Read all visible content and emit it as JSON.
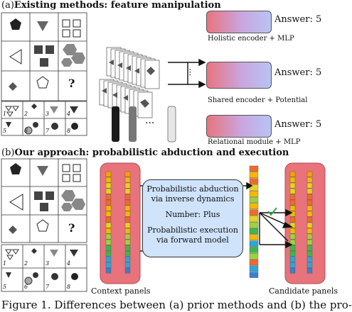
{
  "section_a": {
    "label": "(a)",
    "title": "Existing methods: feature manipulation",
    "rows": [
      {
        "answer": "Answer: 5",
        "module_label": "Holistic encoder + MLP"
      },
      {
        "answer": "Answer: 5",
        "module_label": "Shared encoder + Potential"
      },
      {
        "answer": "Answer: 5",
        "module_label": "Relational module + MLP"
      }
    ],
    "question_mark": "?",
    "ellipsis": "···"
  },
  "section_b": {
    "label": "(b)",
    "title": "Our approach: probabilistic abduction and execution",
    "box_lines": [
      "Probabilistic abduction",
      "via inverse dynamics",
      "Number: Plus",
      "Probabilistic execution",
      "via forward model"
    ],
    "context_label": "Context panels",
    "candidate_label": "Candidate panels",
    "question_mark": "?"
  },
  "candidate_numbers": [
    "1",
    "2",
    "3",
    "4",
    "5",
    "6",
    "7",
    "8"
  ],
  "caption": "Figure 1. Differences between (a) prior methods and (b) the pro-",
  "colors": {
    "module_left": "#e8747f",
    "module_right": "#b7c4f2",
    "panel_bg": "#e8737a",
    "box_bg": "#cfe3fb",
    "check": "#3aa64a"
  }
}
